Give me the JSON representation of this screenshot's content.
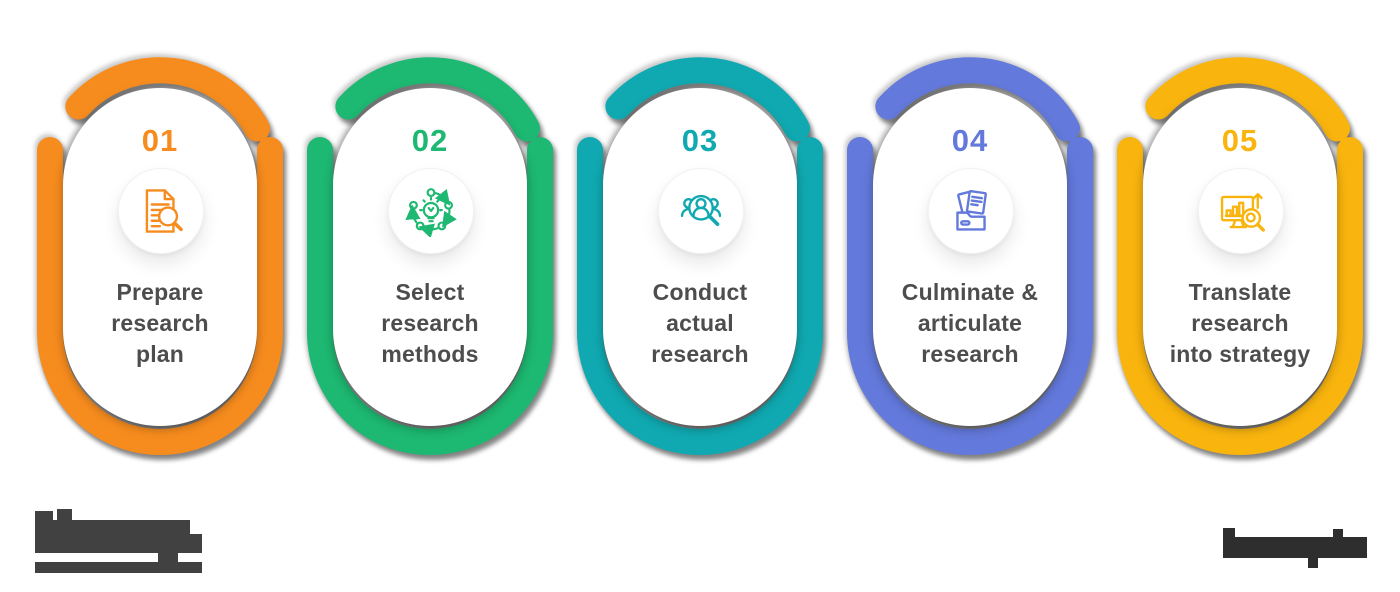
{
  "steps": [
    {
      "number": "01",
      "label": "Prepare\nresearch\nplan",
      "color": "#F78C1E",
      "icon": "document-search-icon"
    },
    {
      "number": "02",
      "label": "Select\nresearch\nmethods",
      "color": "#1DB871",
      "icon": "iterative-process-icon"
    },
    {
      "number": "03",
      "label": "Conduct\nactual\nresearch",
      "color": "#10A9B1",
      "icon": "people-search-icon"
    },
    {
      "number": "04",
      "label": "Culminate &\narticulate\nresearch",
      "color": "#6379DB",
      "icon": "document-box-icon"
    },
    {
      "number": "05",
      "label": "Translate\nresearch\ninto strategy",
      "color": "#F9B40E",
      "icon": "analytics-search-icon"
    }
  ],
  "label_text_color": "#4D4D4D",
  "background_color": "#FFFFFF",
  "footer": {
    "left_logo": {
      "type": "redacted-logo-block",
      "color": "#414141"
    },
    "right_watermark": {
      "type": "redacted-text-block",
      "color": "#2E2E2E"
    }
  }
}
